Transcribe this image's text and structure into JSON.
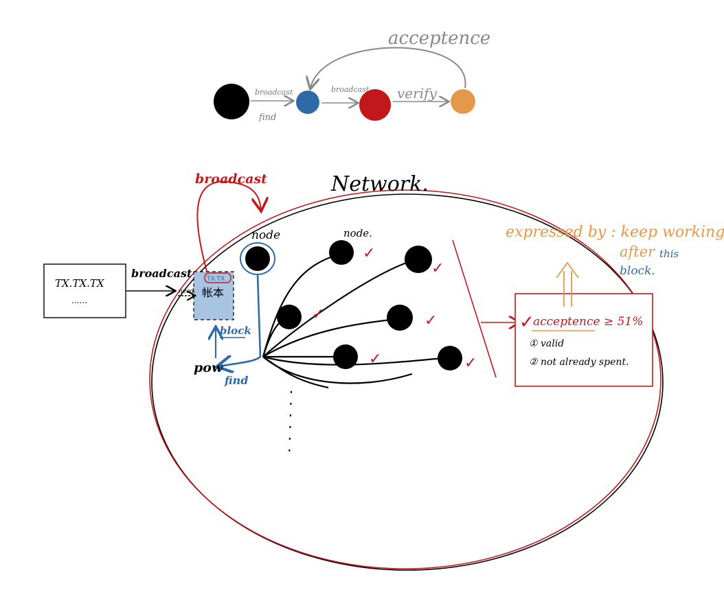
{
  "colors": {
    "black": "#000000",
    "blue": "#2f6aa8",
    "red": "#c2181b",
    "orange": "#e3984a",
    "gray": "#888888",
    "highlight": "#a9c3e3"
  },
  "top_flow": {
    "acceptance_label": "acceptence",
    "edge1_label": "broadcast",
    "edge1_sublabel": "find",
    "edge2_label": "broadcast",
    "edge3_label": "verify"
  },
  "network": {
    "title": "Network.",
    "loop_label": "broadcast",
    "node_label": "node",
    "node_label_2": "node.",
    "find_label": "find",
    "block_label": "block",
    "pow_label": "pow",
    "need_label": "need",
    "tx_mini": "TX.TX",
    "ledger_label": "帐本"
  },
  "tx_box": {
    "line1": "TX.TX.TX",
    "line2": "......",
    "arrow_label": "broadcast"
  },
  "accept_box": {
    "title": "acceptence ≥ 51%",
    "check": "✓",
    "item1": "① valid",
    "item2": "② not already spent."
  },
  "annotation": {
    "line1": "expressed by : keep working",
    "line2": "after",
    "line3": "this",
    "line4": "block."
  },
  "check_mark": "✓"
}
